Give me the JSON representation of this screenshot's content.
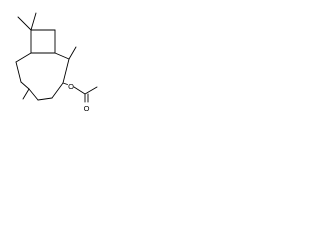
{
  "diagram": {
    "type": "skeletal-structure",
    "atom_labels": {
      "ester_oxygen": "O",
      "carbonyl_oxygen": "O"
    },
    "colors": {
      "bond": "#000000",
      "label": "#000000",
      "background": "#ffffff"
    }
  }
}
